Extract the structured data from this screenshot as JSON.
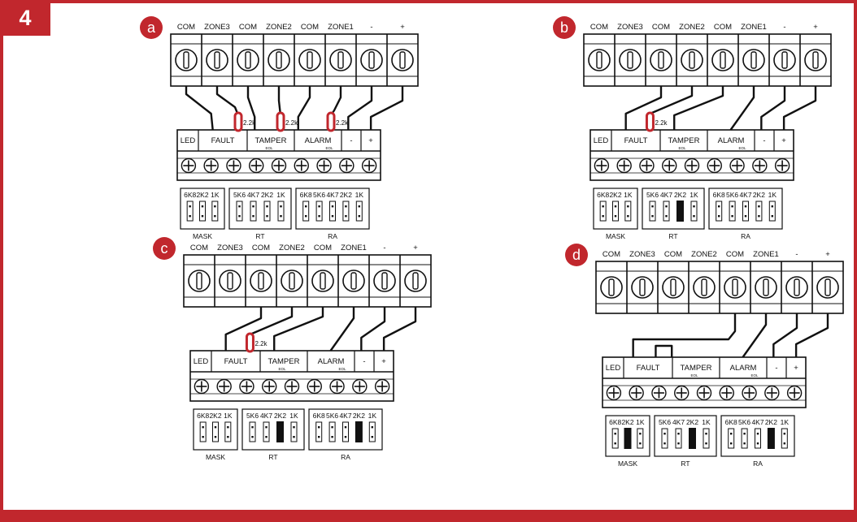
{
  "figure_number": "4",
  "colors": {
    "accent": "#c1272d",
    "wire": "#111111",
    "resistor": "#c1272d",
    "jumper_fill": "#111111"
  },
  "terminal_labels": [
    "COM",
    "ZONE3",
    "COM",
    "ZONE2",
    "COM",
    "ZONE1",
    "-",
    "+"
  ],
  "device_labels": {
    "led": "LED",
    "fault": "FAULT",
    "tamper": "TAMPER",
    "alarm": "ALARM",
    "minus": "-",
    "plus": "+",
    "eol": "EOL"
  },
  "jumper_groups": [
    {
      "name": "MASK",
      "labels": [
        "6K8",
        "2K2",
        "1K"
      ]
    },
    {
      "name": "RT",
      "labels": [
        "5K6",
        "4K7",
        "2K2",
        "1K"
      ]
    },
    {
      "name": "RA",
      "labels": [
        "6K8",
        "5K6",
        "4K7",
        "2K2",
        "1K"
      ]
    }
  ],
  "resistor_value": "2.2k",
  "panels": [
    {
      "id": "a",
      "resistors": 3,
      "jumpers_set": {
        "MASK": [],
        "RT": [],
        "RA": []
      }
    },
    {
      "id": "b",
      "resistors": 1,
      "jumpers_set": {
        "MASK": [],
        "RT": [
          "2K2"
        ],
        "RA": []
      }
    },
    {
      "id": "c",
      "resistors": 1,
      "jumpers_set": {
        "MASK": [],
        "RT": [
          "2K2"
        ],
        "RA": [
          "2K2"
        ]
      }
    },
    {
      "id": "d",
      "resistors": 0,
      "jumpers_set": {
        "MASK": [
          "2K2"
        ],
        "RT": [
          "2K2"
        ],
        "RA": [
          "2K2"
        ]
      }
    }
  ]
}
